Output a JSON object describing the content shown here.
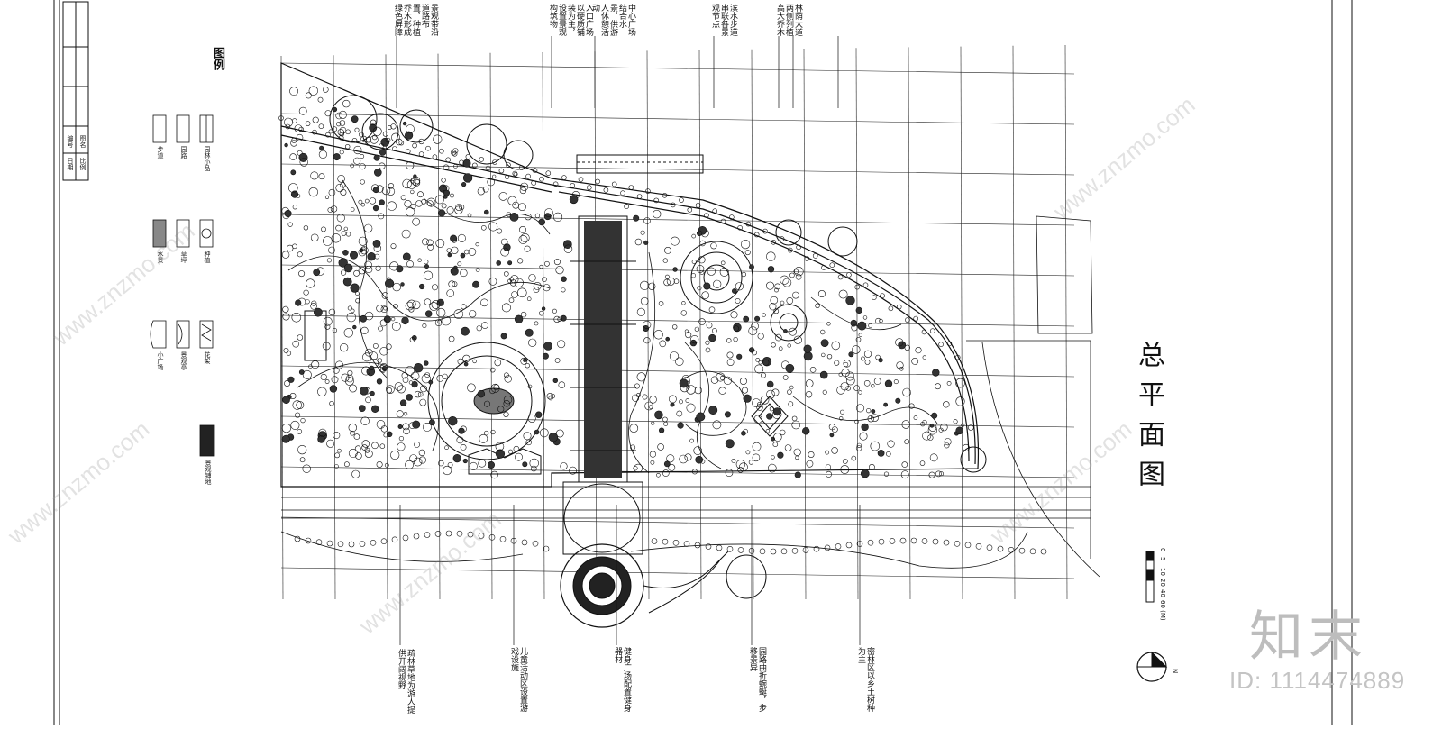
{
  "drawing": {
    "title": "总平面图",
    "legend_title": "图例",
    "brand": "知末",
    "id_label": "ID: 1114474889",
    "watermark": "www.znzmo.com",
    "legend_items": [
      "步道",
      "园路",
      "园林小品",
      "水景",
      "草坪",
      "种植",
      "小广场",
      "景观亭",
      "花架",
      "景观铺地"
    ],
    "scale_labels": [
      "0",
      "5",
      "10",
      "20",
      "40",
      "60 (M)"
    ],
    "title_block": [
      "编号",
      "图名",
      "日期",
      "比例"
    ],
    "north_mark": "N"
  },
  "annotations": [
    "景观带沿道路布置，种植乔木形成绿色屏障",
    "入口广场以硬质铺装为主，设置景观构筑物",
    "中心广场结合水景，供游人休憩活动",
    "滨水步道串联各景观节点",
    "林荫大道两侧列植高大乔木",
    "疏林草地为游人提供开阔视野",
    "儿童活动区设置游戏设施",
    "健身广场配置健身器材",
    "园路曲折蜿蜒，步移景异",
    "密林区以乡土树种为主"
  ],
  "colors": {
    "line": "#111111",
    "watermark": "#999999",
    "brand": "#bdbdbd"
  }
}
